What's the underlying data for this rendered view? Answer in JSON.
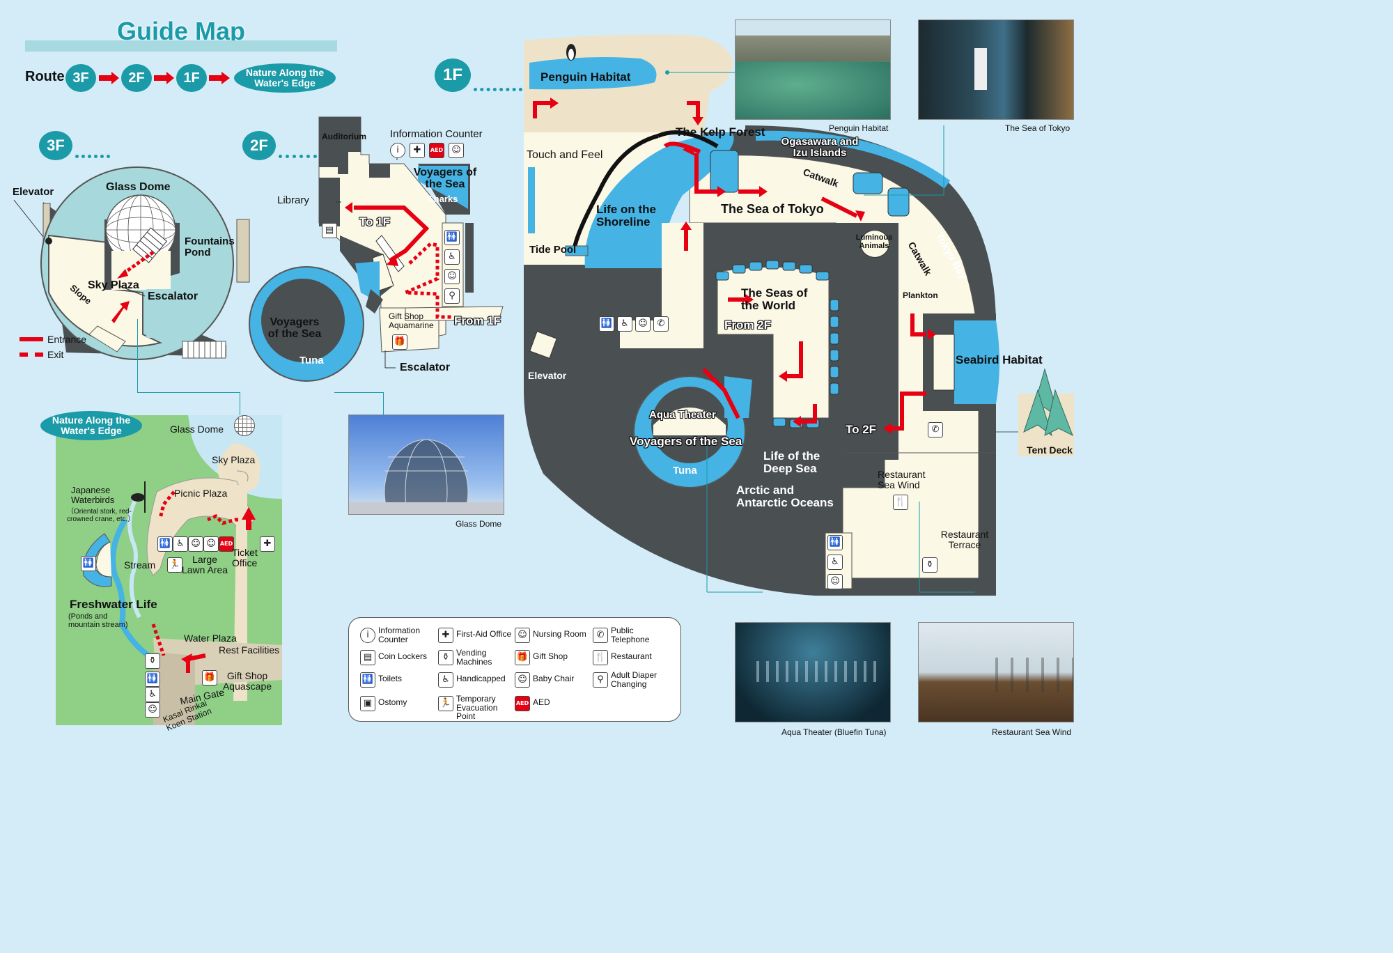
{
  "title": "Guide Map",
  "route": {
    "label": "Route",
    "steps": [
      "3F",
      "2F",
      "1F"
    ],
    "end": "Nature Along the Water's Edge"
  },
  "floors": {
    "f3": "3F",
    "f2": "2F",
    "f1": "1F"
  },
  "legend_entrance_exit": {
    "entrance": "Entrance",
    "exit": "Exit"
  },
  "floor3": {
    "elevator": "Elevator",
    "glass_dome": "Glass Dome",
    "fountains_pond": "Fountains Pond",
    "sky_plaza": "Sky Plaza",
    "escalator": "Escalator",
    "slope": "Slope"
  },
  "floor2": {
    "auditorium": "Auditorium",
    "information_counter": "Information Counter",
    "library": "Library",
    "voyagers": "Voyagers of the Sea",
    "sharks": "Sharks",
    "to_1f": "To 1F",
    "voyagers_tuna": "Voyagers of the Sea",
    "tuna": "Tuna",
    "gift_shop": "Gift Shop Aquamarine",
    "from_1f": "From 1F",
    "escalator": "Escalator"
  },
  "floor1": {
    "penguin_habitat": "Penguin Habitat",
    "touch_and_feel": "Touch and Feel",
    "kelp_forest": "The Kelp Forest",
    "ogasawara": "Ogasawara and Izu Islands",
    "catwalk": "Catwalk",
    "sea_of_tokyo": "The Sea of Tokyo",
    "life_on_shoreline": "Life on the Shoreline",
    "tide_pool": "Tide Pool",
    "luminous_animals": "Luminous Animals",
    "catwalk2": "Catwalk",
    "tokyo_bay": "Tokyo Bay",
    "seas_of_world": "The Seas of the World",
    "from_2f": "From 2F",
    "plankton": "Plankton",
    "elevator": "Elevator",
    "seabird_habitat": "Seabird Habitat",
    "tent_deck": "Tent Deck",
    "aqua_theater": "Aqua Theater",
    "voyagers": "Voyagers of the Sea",
    "to_2f": "To 2F",
    "tuna": "Tuna",
    "deep_sea": "Life of the Deep Sea",
    "arctic": "Arctic and Antarctic Oceans",
    "restaurant": "Restaurant Sea Wind",
    "restaurant_terrace": "Restaurant Terrace"
  },
  "nature": {
    "badge": "Nature Along the Water's Edge",
    "glass_dome": "Glass Dome",
    "sky_plaza": "Sky Plaza",
    "waterbirds_title": "Japanese Waterbirds",
    "waterbirds_sub": "（Oriental stork, red-crowned crane, etc.）",
    "picnic_plaza": "Picnic Plaza",
    "ticket_office": "Ticket Office",
    "stream": "Stream",
    "lawn": "Large Lawn Area",
    "freshwater": "Freshwater Life",
    "freshwater_sub": "(Ponds and mountain stream)",
    "water_plaza": "Water Plaza",
    "rest_facilities": "Rest Facilities",
    "gift_shop": "Gift Shop Aquascape",
    "main_gate": "Main Gate",
    "station": "Kasai Rinkai Koen Station"
  },
  "photos": {
    "penguin": "Penguin Habitat",
    "sea_tokyo": "The Sea of Tokyo",
    "glass_dome": "Glass Dome",
    "aqua_theater": "Aqua Theater (Bluefin Tuna)",
    "restaurant": "Restaurant Sea Wind"
  },
  "legend": [
    {
      "icon": "info-icon",
      "label": "Information Counter"
    },
    {
      "icon": "first-aid-icon",
      "label": "First-Aid Office"
    },
    {
      "icon": "nursing-room-icon",
      "label": "Nursing Room"
    },
    {
      "icon": "telephone-icon",
      "label": "Public Telephone"
    },
    {
      "icon": "locker-icon",
      "label": "Coin Lockers"
    },
    {
      "icon": "vending-icon",
      "label": "Vending Machines"
    },
    {
      "icon": "gift-shop-icon",
      "label": "Gift Shop"
    },
    {
      "icon": "restaurant-icon",
      "label": "Restaurant"
    },
    {
      "icon": "toilet-icon",
      "label": "Toilets"
    },
    {
      "icon": "wheelchair-icon",
      "label": "Handicapped"
    },
    {
      "icon": "baby-chair-icon",
      "label": "Baby Chair"
    },
    {
      "icon": "diaper-icon",
      "label": "Adult Diaper Changing"
    },
    {
      "icon": "ostomy-icon",
      "label": "Ostomy"
    },
    {
      "icon": "evacuation-icon",
      "label": "Temporary Evacuation Point"
    },
    {
      "icon": "aed-icon",
      "label": "AED"
    }
  ],
  "icon_text": {
    "aed": "AED"
  },
  "colors": {
    "teal": "#1b9aa8",
    "water": "#45b3e3",
    "floor": "#fbf8e6",
    "wall": "#4a4f52",
    "red": "#e60012",
    "park": "#8fcf86"
  }
}
